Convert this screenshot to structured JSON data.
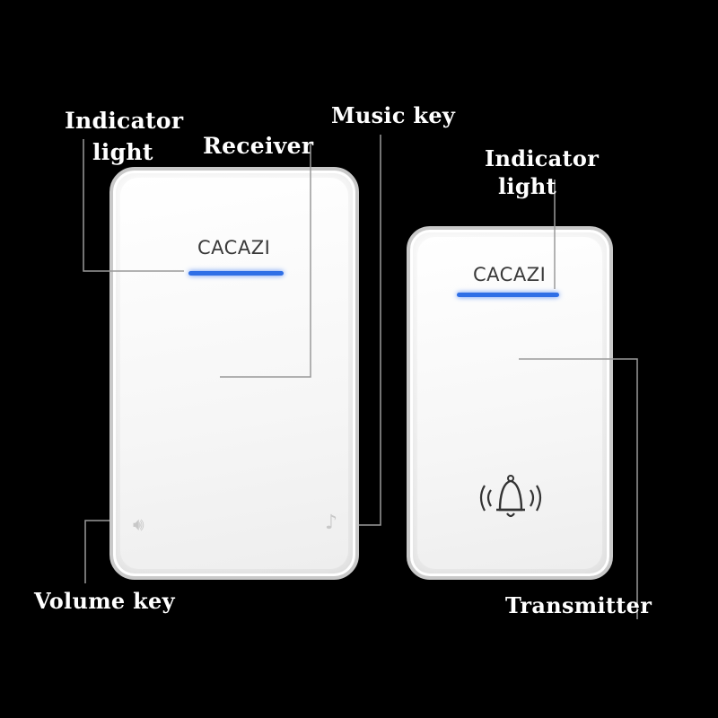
{
  "labels": {
    "receiver_indicator_line1": "Indicator",
    "receiver_indicator_line2": "light",
    "receiver": "Receiver",
    "music_key": "Music key",
    "transmitter_indicator_line1": "Indicator",
    "transmitter_indicator_line2": "light",
    "volume_key": "Volume key",
    "transmitter": "Transmitter"
  },
  "receiver": {
    "brand": "CACAZI"
  },
  "transmitter": {
    "brand": "CACAZI"
  },
  "colors": {
    "background": "#000000",
    "indicator": "#2f6fe6",
    "device_body": "#f4f4f4",
    "leader_line": "#9a9a9a"
  },
  "icons": {
    "volume": "speaker-icon",
    "music": "music-note-icon",
    "bell": "ringing-bell-icon"
  }
}
